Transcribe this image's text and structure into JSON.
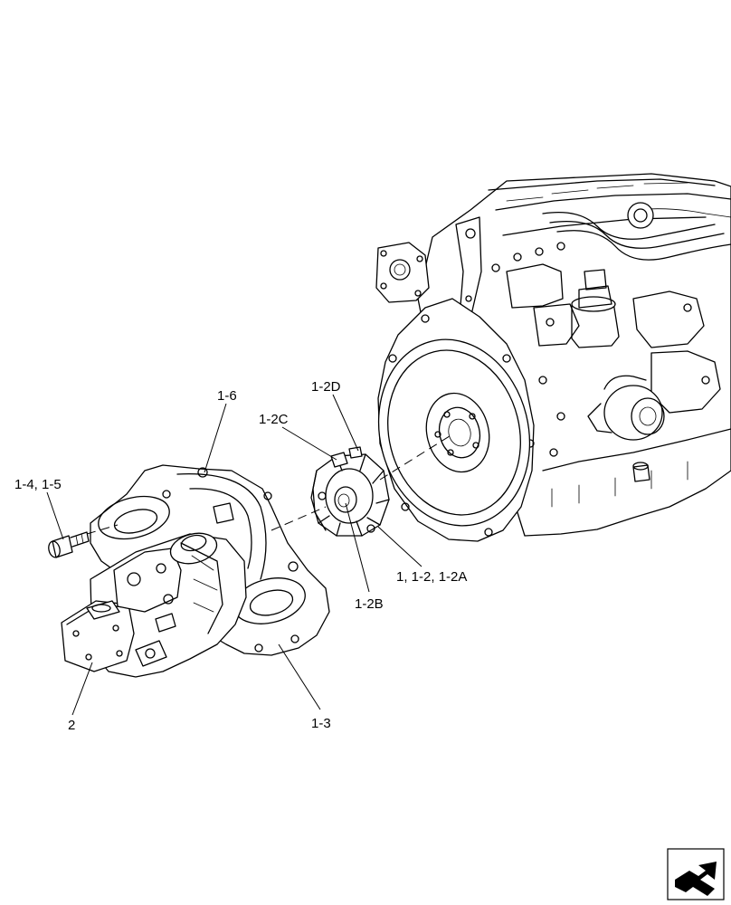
{
  "diagram": {
    "callouts": {
      "c_1_6": "1-6",
      "c_1_2d": "1-2D",
      "c_1_2c": "1-2C",
      "c_1_4_1_5": "1-4, 1-5",
      "c_1_1_2_1_2a": "1, 1-2, 1-2A",
      "c_1_2b": "1-2B",
      "c_2": "2",
      "c_1_3": "1-3"
    },
    "components": [
      "engine-assembly",
      "flywheel",
      "flexible-coupling",
      "pump-housing",
      "hydraulic-pump",
      "cap-screw"
    ],
    "nav_icon": "next-page-arrow-icon"
  }
}
